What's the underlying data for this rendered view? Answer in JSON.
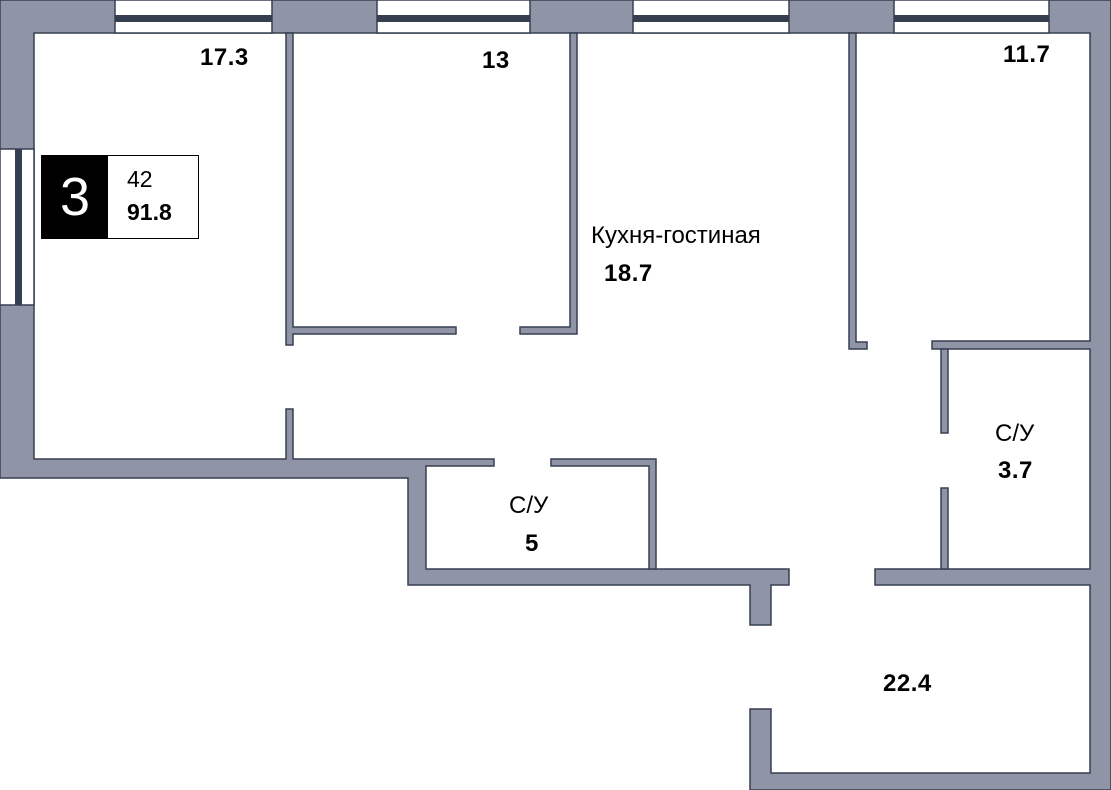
{
  "plan": {
    "title": "3-room apartment floor plan",
    "wall_color": "#8f95a6",
    "outline_color": "#363f50",
    "window_color": "#363f50"
  },
  "badge": {
    "rooms": "3",
    "floor": "42",
    "total_area": "91.8"
  },
  "rooms": [
    {
      "id": "bedroom-1",
      "name": "",
      "area": "17.3"
    },
    {
      "id": "bedroom-2",
      "name": "",
      "area": "13"
    },
    {
      "id": "kitchen-living",
      "name": "Кухня-гостиная",
      "area": "18.7"
    },
    {
      "id": "bedroom-3",
      "name": "",
      "area": "11.7"
    },
    {
      "id": "bathroom-small",
      "name": "С/У",
      "area": "3.7"
    },
    {
      "id": "bathroom-large",
      "name": "С/У",
      "area": "5"
    },
    {
      "id": "hall",
      "name": "",
      "area": "22.4"
    }
  ]
}
